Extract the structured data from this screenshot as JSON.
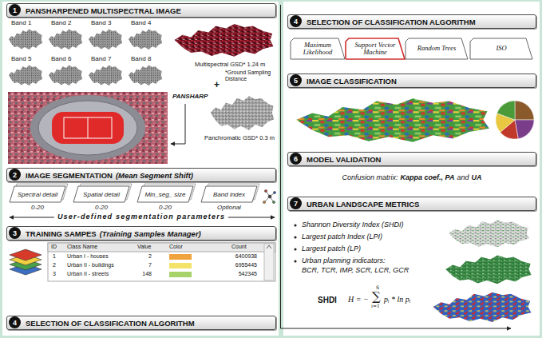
{
  "diagram": {
    "nodes": [
      {
        "text": [
          "PANSHARPENED MULTISPECTRAL IMAGE"
        ]
      },
      {
        "text": [
          "1"
        ],
        "in": 0
      },
      {
        "text": [
          "IMAGE SEGMENTATION",
          "(Mean Segment Shift)"
        ]
      },
      {
        "text": [
          "2"
        ],
        "in": 2
      },
      {
        "text": [
          "Spectral detail",
          "0-20"
        ]
      },
      {
        "text": [
          "Spatial detail",
          "0-20"
        ]
      },
      {
        "text": [
          "Min_seg_ size",
          "0-20"
        ]
      },
      {
        "text": [
          "Band index",
          "Optional"
        ]
      },
      {
        "text": [
          "TRAINING SAMPES",
          "(Training Samples Manager)"
        ]
      },
      {
        "text": [
          "3"
        ],
        "in": 8
      },
      {
        "text": [
          "SELECTION OF CLASSIFICATION ALGORITHM"
        ]
      },
      {
        "text": [
          "4"
        ],
        "in": 10
      },
      {
        "text": [
          "SELECTION OF CLASSIFICATION ALGORITHM"
        ]
      },
      {
        "text": [
          "4"
        ],
        "in": 12
      },
      {
        "text": [
          "Maximum Likelihood"
        ]
      },
      {
        "text": [
          "Support Vector Machine"
        ]
      },
      {
        "text": [
          "Random Trees"
        ]
      },
      {
        "text": [
          "ISO"
        ]
      },
      {
        "text": [
          "IMAGE CLASSIFICATION"
        ]
      },
      {
        "text": [
          "5"
        ],
        "in": 18
      },
      {
        "text": [
          "MODEL VALIDATION"
        ]
      },
      {
        "text": [
          "6"
        ],
        "in": 20
      },
      {
        "text": [
          "URBAN LANDSCAPE METRICS"
        ]
      },
      {
        "text": [
          "7"
        ],
        "in": 22
      }
    ],
    "labels": [
      "Band 1",
      "Band 2",
      "Band 3",
      "Band 4",
      "Band 5",
      "Band 6",
      "Band 7",
      "Band 8",
      "Multispectral GSD* 1.24 m",
      "*Ground Sampling Distance",
      "+",
      "PANSHARP",
      "Panchromatic GSD* 0.3 m",
      "User-defined segmentation parameters",
      "ID",
      "Class Name",
      "Value",
      "Color",
      "Count",
      "1",
      "Urban I - houses",
      "2",
      "6400938",
      "2",
      "Urban II - buildings",
      "7",
      "6955445",
      "3",
      "Urban II - streets",
      "148",
      "542345",
      "Confusion matrix:",
      "Kappa coef., PA",
      "and",
      "UA",
      "Shannon Diversity Index (SHDI)",
      "Largest patch Index (LPI)",
      "Largest patch (LP)",
      "Urban planning indicators:",
      "BCR, TCR, IMP, SCR, LCR, GCR",
      "SHDI",
      "H = −",
      "S",
      "∑",
      "i=1",
      "pᵢ * ln pᵢ"
    ]
  }
}
